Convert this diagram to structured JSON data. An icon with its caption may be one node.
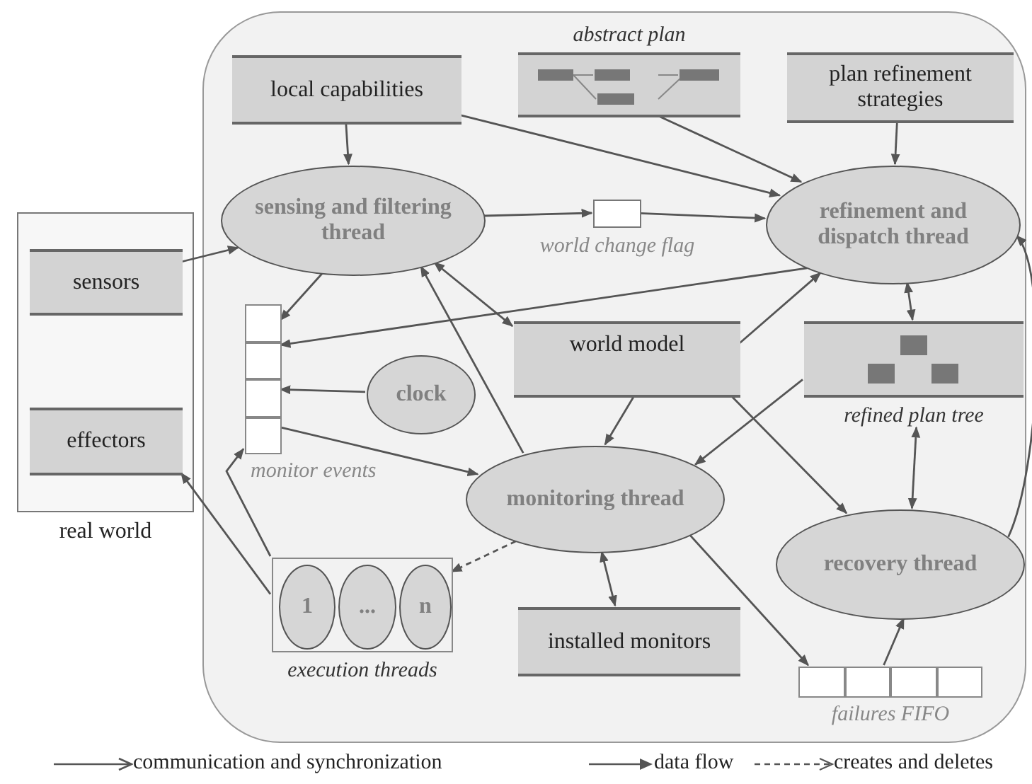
{
  "diagram": {
    "nodes": [
      {
        "text": [
          "real world"
        ]
      },
      {
        "text": [
          "sensors"
        ],
        "in": 0
      },
      {
        "text": [
          "effectors"
        ],
        "in": 0
      },
      {
        "text": [],
        "shape": "box"
      },
      {
        "text": [
          "local capabilities"
        ],
        "in": 3
      },
      {
        "text": [
          "abstract plan"
        ],
        "in": 3
      },
      {
        "text": [
          "plan refinement strategies"
        ],
        "in": 3
      },
      {
        "text": [
          "sensing and filtering thread"
        ],
        "in": 3
      },
      {
        "text": [
          "world change flag"
        ],
        "in": 3
      },
      {
        "text": [
          "refinement and dispatch thread"
        ],
        "in": 3
      },
      {
        "text": [
          "monitor events"
        ],
        "in": 3
      },
      {
        "text": [
          "clock"
        ],
        "in": 3
      },
      {
        "text": [
          "world model"
        ],
        "in": 3
      },
      {
        "text": [
          "refined plan tree"
        ],
        "in": 3
      },
      {
        "text": [
          "monitoring thread"
        ],
        "in": 3
      },
      {
        "text": [
          "execution threads"
        ],
        "in": 3
      },
      {
        "text": [
          "1"
        ],
        "in": 15
      },
      {
        "text": [
          "..."
        ],
        "in": 15
      },
      {
        "text": [
          "n"
        ],
        "in": 15
      },
      {
        "text": [
          "installed monitors"
        ],
        "in": 3
      },
      {
        "text": [
          "recovery thread"
        ],
        "in": 3
      },
      {
        "text": [
          "failures FIFO"
        ],
        "in": 3
      }
    ],
    "edges": [
      {
        "from": 1,
        "to": 7,
        "arrow": "to"
      },
      {
        "from": 4,
        "to": 7,
        "arrow": "to"
      },
      {
        "from": 4,
        "to": 9,
        "arrow": "to"
      },
      {
        "from": 5,
        "to": 9,
        "arrow": "to"
      },
      {
        "from": 6,
        "to": 9,
        "arrow": "to"
      },
      {
        "from": 7,
        "to": 8,
        "arrow": "to"
      },
      {
        "from": 8,
        "to": 9,
        "arrow": "to"
      },
      {
        "from": 7,
        "to": 10,
        "arrow": "to"
      },
      {
        "from": 9,
        "to": 10,
        "arrow": "to"
      },
      {
        "from": 11,
        "to": 10,
        "arrow": "to"
      },
      {
        "from": 7,
        "to": 12,
        "arrow": "both"
      },
      {
        "from": 14,
        "to": 7,
        "arrow": "to"
      },
      {
        "from": 12,
        "to": 9,
        "arrow": "to"
      },
      {
        "from": 9,
        "to": 13,
        "arrow": "both"
      },
      {
        "from": 12,
        "to": 14,
        "arrow": "to"
      },
      {
        "from": 13,
        "to": 14,
        "arrow": "to"
      },
      {
        "from": 12,
        "to": 20,
        "arrow": "to"
      },
      {
        "from": 13,
        "to": 20,
        "arrow": "both"
      },
      {
        "from": 20,
        "to": 9,
        "arrow": "to"
      },
      {
        "from": 10,
        "to": 14,
        "arrow": "to"
      },
      {
        "from": 14,
        "to": 15,
        "arrow": "to",
        "style": "dashed"
      },
      {
        "from": 15,
        "to": 10,
        "arrow": "to"
      },
      {
        "from": 15,
        "to": 2,
        "arrow": "to"
      },
      {
        "from": 14,
        "to": 19,
        "arrow": "both"
      },
      {
        "from": 14,
        "to": 21,
        "arrow": "to"
      },
      {
        "from": 21,
        "to": 20,
        "arrow": "to"
      }
    ],
    "legend": [
      {
        "text": "communication and synchronization"
      },
      {
        "text": "data flow"
      },
      {
        "text": "creates and deletes"
      }
    ]
  }
}
